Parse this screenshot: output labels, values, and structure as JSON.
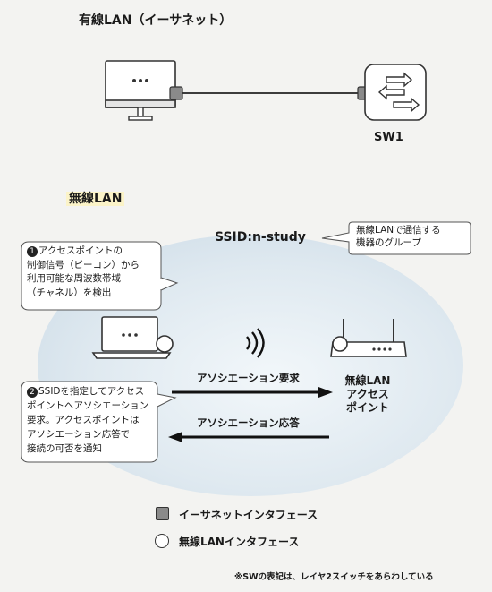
{
  "wired": {
    "title": "有線LAN（イーサネット）",
    "switch_label": "SW1"
  },
  "wireless": {
    "title": "無線LAN",
    "ssid": "SSID:n-study",
    "ssid_callout": [
      "無線LANで通信する",
      "機器のグループ"
    ],
    "callout1": {
      "number": "1",
      "lines": [
        "アクセスポイントの",
        "制御信号（ビーコン）から",
        "利用可能な周波数帯域",
        "（チャネル）を検出"
      ]
    },
    "callout2": {
      "number": "2",
      "lines": [
        "SSIDを指定してアクセス",
        "ポイントへアソシエーション",
        "要求。アクセスポイントは",
        "アソシエーション応答で",
        "接続の可否を通知"
      ]
    },
    "request_label": "アソシエーション要求",
    "response_label": "アソシエーション応答",
    "ap_label": [
      "無線LAN",
      "アクセス",
      "ポイント"
    ]
  },
  "legend": {
    "ethernet": "イーサネットインタフェース",
    "wireless": "無線LANインタフェース"
  },
  "note": "※SWの表記は、レイヤ2スイッチをあらわしている",
  "colors": {
    "ellipse": "#dfe9f0",
    "ethernet_port": "#8a8a8a",
    "wireless_port": "#ffffff"
  }
}
